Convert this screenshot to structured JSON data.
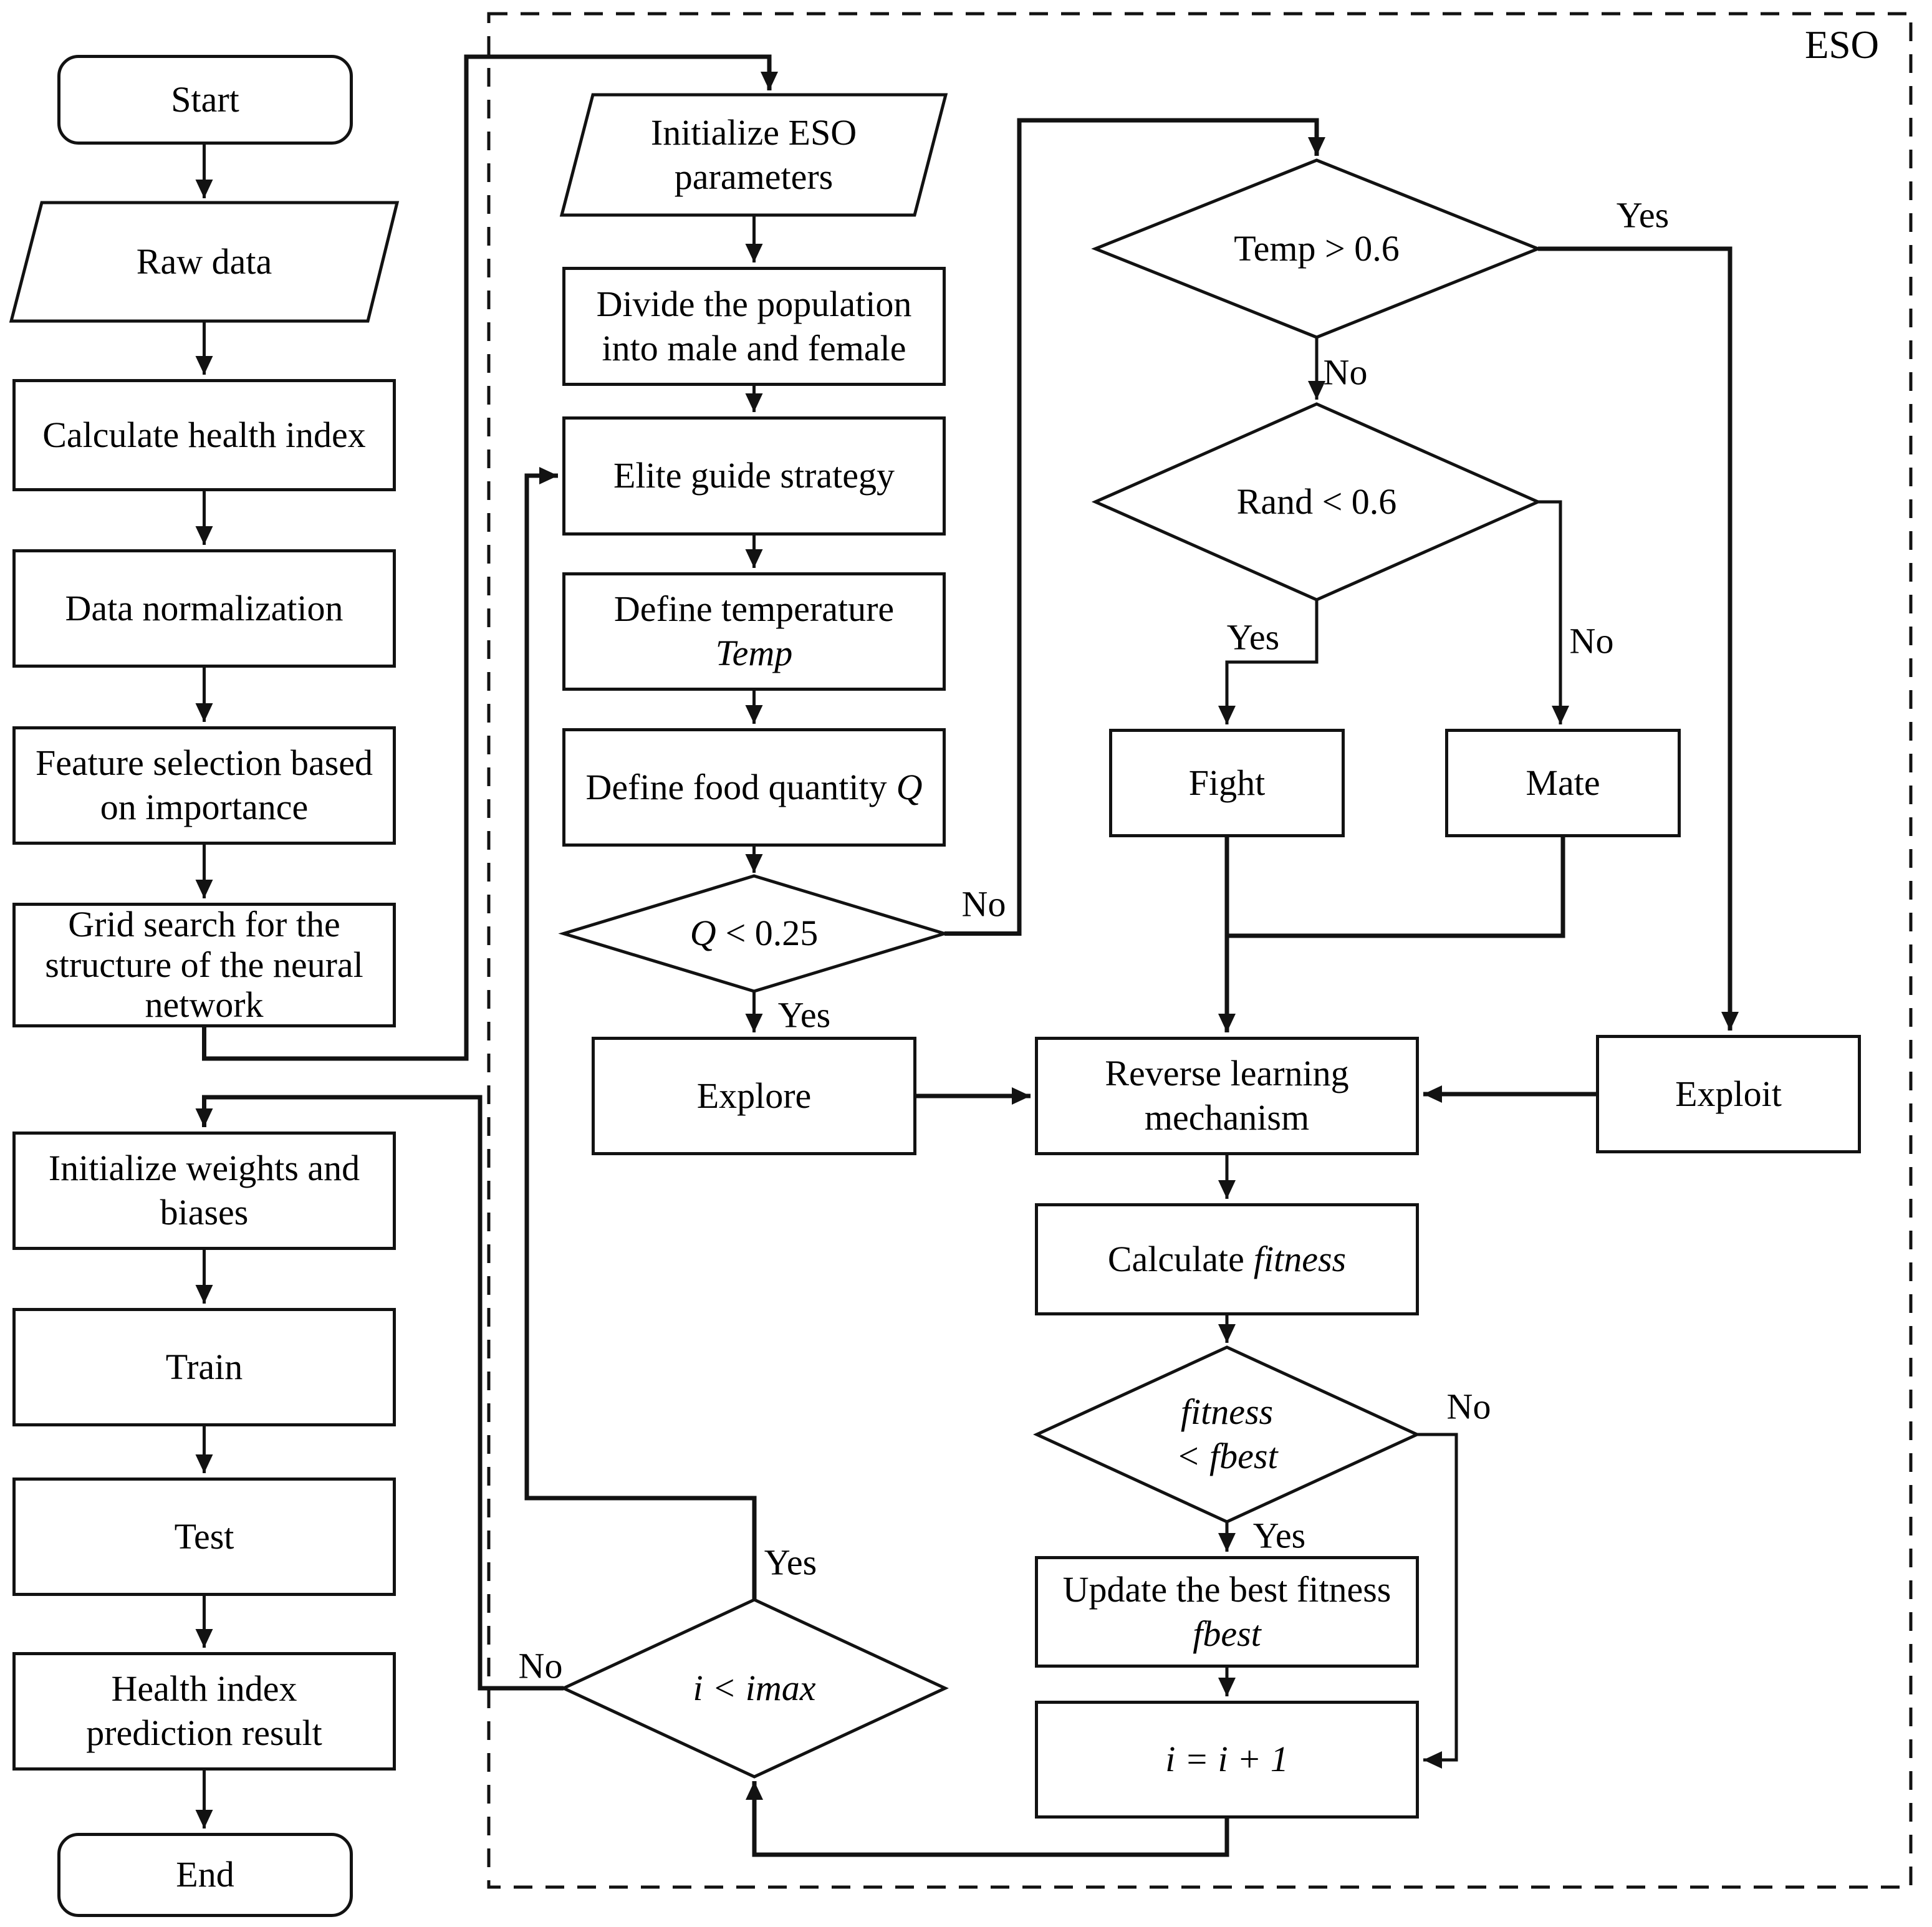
{
  "frame": {
    "label": "ESO"
  },
  "labels": {
    "yes": "Yes",
    "no": "No"
  },
  "nodes": {
    "start": {
      "label": "Start"
    },
    "raw_data": {
      "label": "Raw data"
    },
    "calc_health": {
      "label": "Calculate health index"
    },
    "data_norm": {
      "label": "Data normalization"
    },
    "feature_sel": {
      "line1": "Feature selection based",
      "line2": "on importance"
    },
    "grid_search": {
      "line1": "Grid search for the",
      "line2": "structure of the neural",
      "line3": "network"
    },
    "init_weights": {
      "line1": "Initialize weights and",
      "line2": "biases"
    },
    "train": {
      "label": "Train"
    },
    "test": {
      "label": "Test"
    },
    "health_result": {
      "line1": "Health index",
      "line2": "prediction result"
    },
    "end": {
      "label": "End"
    },
    "init_eso": {
      "line1": "Initialize ESO",
      "line2": "parameters"
    },
    "divide": {
      "line1": "Divide the population",
      "line2": "into male and female"
    },
    "elite": {
      "label": "Elite guide strategy"
    },
    "def_temp": {
      "line1": "Define temperature",
      "var": "Temp"
    },
    "def_food": {
      "text": "Define food quantity",
      "var": "Q"
    },
    "q_decision": {
      "var": "Q",
      "text": "< 0.25"
    },
    "temp_decision": {
      "label": "Temp > 0.6"
    },
    "rand_decision": {
      "label": "Rand < 0.6"
    },
    "explore": {
      "label": "Explore"
    },
    "fight": {
      "label": "Fight"
    },
    "mate": {
      "label": "Mate"
    },
    "exploit": {
      "label": "Exploit"
    },
    "reverse": {
      "line1": "Reverse learning",
      "line2": "mechanism"
    },
    "calc_fitness": {
      "text": "Calculate",
      "var": "fitness"
    },
    "fitness_decision": {
      "line1": "fitness",
      "line2": "< fbest"
    },
    "update_best": {
      "line1": "Update the best fitness",
      "var": "fbest"
    },
    "increment": {
      "label": "i = i + 1"
    },
    "imax_decision": {
      "label": "i < imax"
    }
  }
}
